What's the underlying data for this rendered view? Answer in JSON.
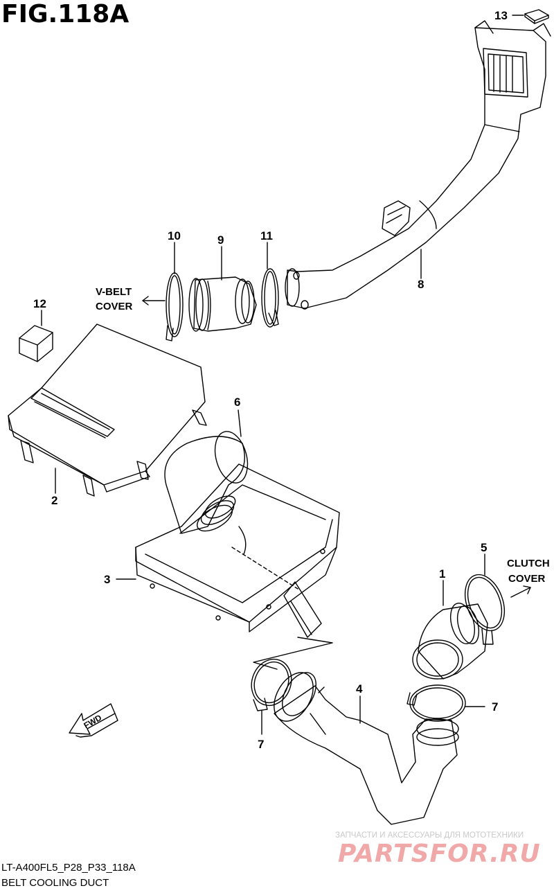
{
  "figure_title": "FIG.118A",
  "footer": {
    "code": "LT-A400FL5_P28_P33_118A",
    "name": "BELT COOLING DUCT"
  },
  "watermark": {
    "line1": "ЗАПЧАСТИ И АКСЕССУАРЫ ДЛЯ МОТОТЕХНИКИ",
    "line2": "PARTSFOR.RU"
  },
  "notes": {
    "vbelt_1": "V-BELT",
    "vbelt_2": "COVER",
    "clutch_1": "CLUTCH",
    "clutch_2": "COVER",
    "fwd": "FWD"
  },
  "callouts": {
    "p1": "1",
    "p2": "2",
    "p3": "3",
    "p4": "4",
    "p5": "5",
    "p6": "6",
    "p7a": "7",
    "p7b": "7",
    "p8": "8",
    "p9": "9",
    "p10": "10",
    "p11": "11",
    "p12": "12",
    "p13": "13"
  }
}
